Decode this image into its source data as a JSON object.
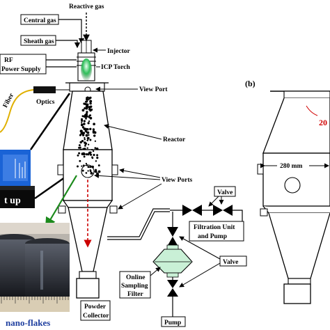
{
  "labels": {
    "reactive_gas": "Reactive gas",
    "central_gas": "Central gas",
    "sheath_gas": "Sheath gas",
    "rf_line1": "RF",
    "rf_line2": "Power Supply",
    "injector": "Injector",
    "icp_torch": "ICP Torch",
    "view_port": "View Port",
    "fiber": "Fiber",
    "optics": "Optics",
    "reactor": "Reactor",
    "view_ports": "View Ports",
    "valve_top": "Valve",
    "valve_mid": "Valve",
    "filtration_line1": "Filtration Unit",
    "filtration_line2": "and Pump",
    "sampling_line1": "Online",
    "sampling_line2": "Sampling",
    "sampling_line3": "Filter",
    "powder_line1": "Powder",
    "powder_line2": "Collector",
    "pump": "Pump",
    "setup_fragment": "t up",
    "nano_flakes": "nano-flakes",
    "panel_b": "(b)",
    "dimension": "280 mm",
    "angle_fragment": "20"
  },
  "colors": {
    "plasma_green": "#2fbf5a",
    "arrow_red": "#cc0000",
    "arrow_green": "#1c8a1c",
    "filter_fill": "#c9f0d6",
    "screen_blue": "#1a63d6",
    "fiber_yellow": "#e0b000",
    "caption_blue": "#1f3f9f",
    "angle_red": "#d10000"
  }
}
